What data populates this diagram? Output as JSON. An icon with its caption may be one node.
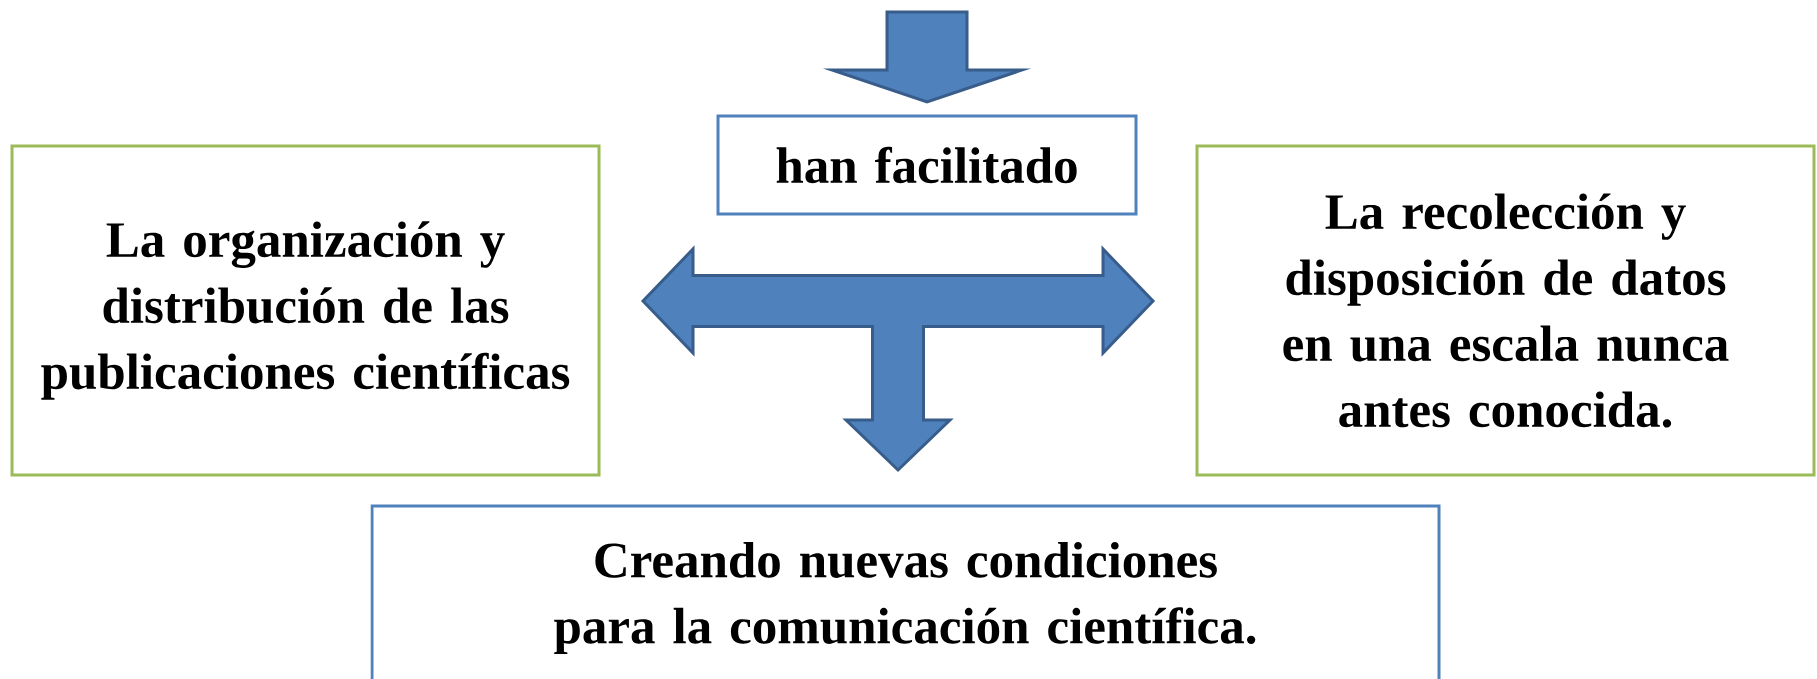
{
  "diagram": {
    "nodes": [
      {
        "text": [
          "han facilitado"
        ]
      },
      {
        "text": [
          "La organización y distribución de las publicaciones científicas"
        ]
      },
      {
        "text": [
          "La recolección y disposición de datos en una escala nunca antes conocida."
        ]
      },
      {
        "text": [
          "Creando nuevas condiciones para la comunicación científica."
        ]
      }
    ],
    "edges": [
      {
        "from": null,
        "to": 0,
        "arrow": "to"
      },
      {
        "from": null,
        "to": 1,
        "arrow": "to"
      },
      {
        "from": null,
        "to": 2,
        "arrow": "to"
      },
      {
        "from": null,
        "to": 3,
        "arrow": "to"
      }
    ]
  }
}
